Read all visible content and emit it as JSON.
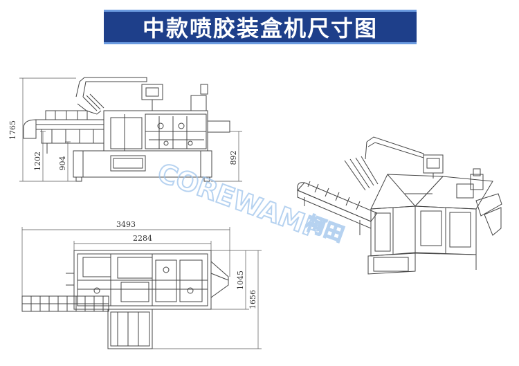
{
  "title": "中款喷胶装盒机尺寸图",
  "colors": {
    "title_bg": "#1e3f8a",
    "title_border": "#6b9be0",
    "line": "#444444",
    "watermark": "#9ec4ec"
  },
  "watermark": {
    "brand": "COREWAMP",
    "chinese": "柯田"
  },
  "front_view": {
    "height_total": "1765",
    "height_table": "1202",
    "height_feed": "904",
    "height_outlet": "892"
  },
  "top_view": {
    "length_total": "3493",
    "length_body": "2284",
    "width_body": "1045",
    "width_total": "1656"
  }
}
